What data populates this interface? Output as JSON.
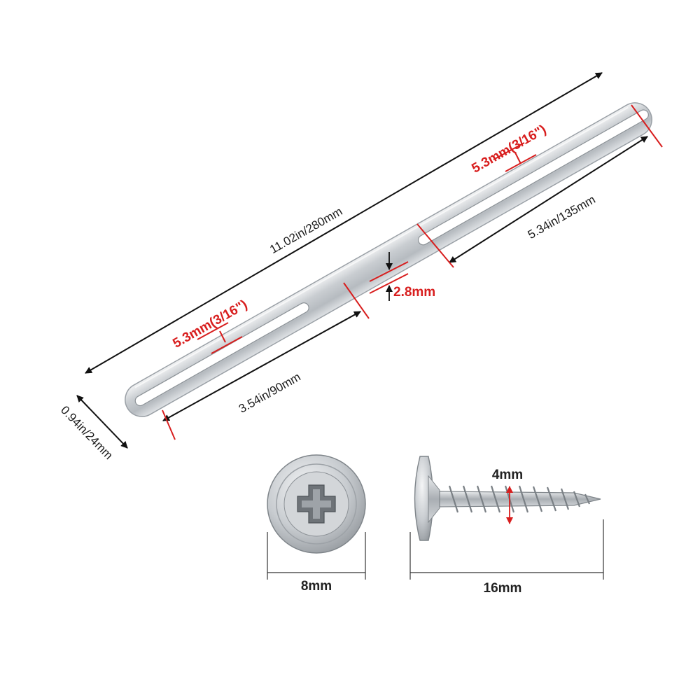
{
  "bracket": {
    "overall_length": "11.02in/280mm",
    "width": "0.94in/24mm",
    "short_slot_offset": "3.54in/90mm",
    "long_slot_offset": "5.34in/135mm",
    "thickness": "2.8mm",
    "slot_width_left": "5.3mm(3/16\")",
    "slot_width_right": "5.3mm(3/16\")"
  },
  "screw": {
    "head_diameter": "8mm",
    "length": "16mm",
    "thread_diameter": "4mm"
  },
  "colors": {
    "accent": "#d81e1e",
    "steel": "#c8ccd0",
    "dimension_line": "#111111"
  },
  "icons": {
    "arrow": "arrowhead",
    "screw_head": "phillips-drive"
  }
}
